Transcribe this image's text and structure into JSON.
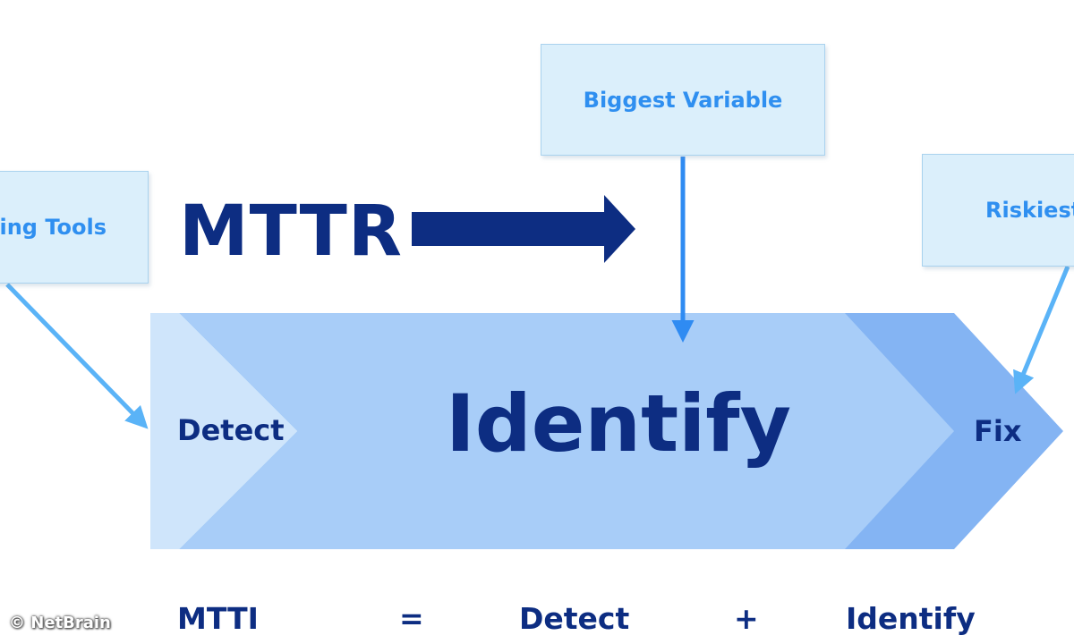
{
  "callouts": {
    "monitoring": "ring Tools",
    "variable": "Biggest Variable",
    "riskiest": "Riskiest"
  },
  "title": "MTTR",
  "stages": {
    "detect": "Detect",
    "identify": "Identify",
    "fix": "Fix"
  },
  "formula": {
    "lhs": "MTTI",
    "equals": "=",
    "term1": "Detect",
    "plus": "+",
    "term2": "Identify"
  },
  "watermark": "© NetBrain",
  "colors": {
    "navy": "#0d2d82",
    "callout_text": "#2f8ff0",
    "callout_fill": "#dbeffb",
    "detect_fill": "#cfe5fb",
    "identify_fill": "#a8cdf8",
    "fix_fill": "#84b4f3",
    "arrow_light": "#5ab3f7",
    "arrow_mid": "#2f8bf2"
  }
}
